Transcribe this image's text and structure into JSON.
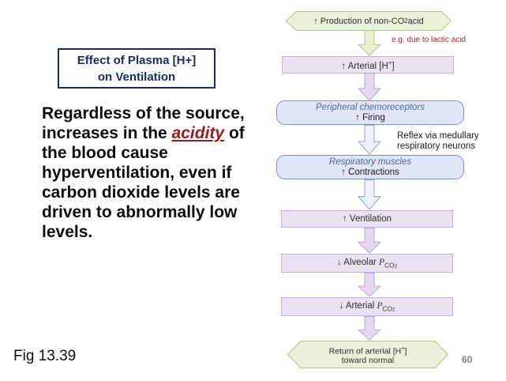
{
  "slide": {
    "title": {
      "line1": "Effect of Plasma [H+]",
      "line2": "on Ventilation"
    },
    "body_segments": [
      {
        "t": "Regardless of the source, increases in the "
      },
      {
        "em": "acidity"
      },
      {
        "t": " of the blood cause hyperventilation, even if carbon dioxide levels are driven to abnormally low levels."
      }
    ],
    "figure_label": "Fig 13.39",
    "page_number": "60"
  },
  "flowchart": {
    "colors": {
      "hexagon_fill": "#ebf1d8",
      "hexagon_border": "#b3c48b",
      "rect_fill": "#eae2f0",
      "rect_border": "#c6b2d7",
      "blue_fill": "#e0e6f6",
      "blue_border": "#8193c5",
      "arrow_green": "#e9efd3",
      "arrow_lavender": "#e4d9ee",
      "arrow_blue": "#eef1fb",
      "note_red": "#b01f24",
      "title_navy": "#1b2a63",
      "acidity_red": "#9b1b1b"
    },
    "nodes": {
      "production": {
        "segments": [
          {
            "t": "↑ Production of non-CO"
          },
          {
            "sub": "2"
          },
          {
            "t": " acid"
          }
        ]
      },
      "lactic_note": "e.g. due to lactic acid",
      "arterial_h": {
        "segments": [
          {
            "t": "↑ Arterial [H"
          },
          {
            "sup": "+"
          },
          {
            "t": "]"
          }
        ]
      },
      "peripheral": {
        "line1": "Peripheral chemoreceptors",
        "line2": "↑ Firing"
      },
      "reflex_note": {
        "line1": "Reflex via medullary",
        "line2": "respiratory neurons"
      },
      "respiratory": {
        "line1": "Respiratory muscles",
        "line2": "↑ Contractions"
      },
      "ventilation": "↑ Ventilation",
      "alveolar": {
        "segments": [
          {
            "t": "↓ Alveolar "
          },
          {
            "ip": "P"
          },
          {
            "sub": "CO"
          },
          {
            "sub2": "2"
          }
        ]
      },
      "arterial_co2": {
        "segments": [
          {
            "t": "↓ Arterial "
          },
          {
            "ip": "P"
          },
          {
            "sub": "CO"
          },
          {
            "sub2": "2"
          }
        ]
      },
      "return_normal": {
        "segments": [
          {
            "t": "Return of arterial [H"
          },
          {
            "sup": "+"
          },
          {
            "t": "]"
          }
        ],
        "line2": "toward normal"
      }
    }
  }
}
